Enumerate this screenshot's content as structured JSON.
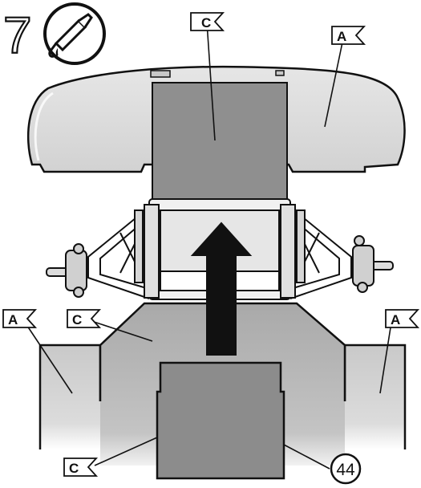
{
  "step": {
    "number": "7",
    "icon": "glue-tube-icon"
  },
  "labels": {
    "top_c": "C",
    "top_a": "A",
    "left_a": "A",
    "mid_c": "C",
    "right_a": "A",
    "bottom_c": "C"
  },
  "part_number": "44",
  "colors": {
    "outline": "#111111",
    "panel_light": "#e2e2e2",
    "panel_mid": "#bdbdbd",
    "panel_dark": "#8c8c8c",
    "arrow": "#111111"
  }
}
